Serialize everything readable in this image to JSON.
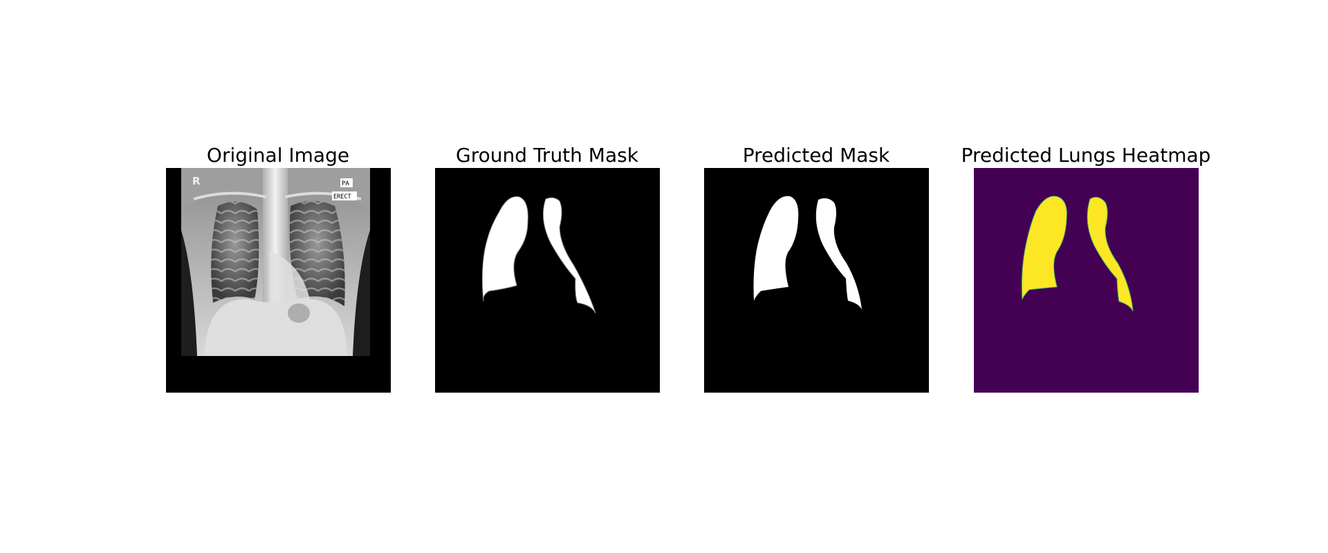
{
  "figure": {
    "panels": [
      {
        "title": "Original Image",
        "kind": "chest-xray"
      },
      {
        "title": "Ground Truth Mask",
        "kind": "binary-mask"
      },
      {
        "title": "Predicted Mask",
        "kind": "binary-mask"
      },
      {
        "title": "Predicted Lungs Heatmap",
        "kind": "viridis-heatmap"
      }
    ],
    "xray_markers": {
      "side_marker": "R",
      "view_label": "PA",
      "position_label": "ERECT"
    },
    "colors": {
      "mask_background": "#000000",
      "mask_foreground": "#ffffff",
      "heatmap_background": "#440154",
      "heatmap_foreground": "#fde725"
    }
  }
}
